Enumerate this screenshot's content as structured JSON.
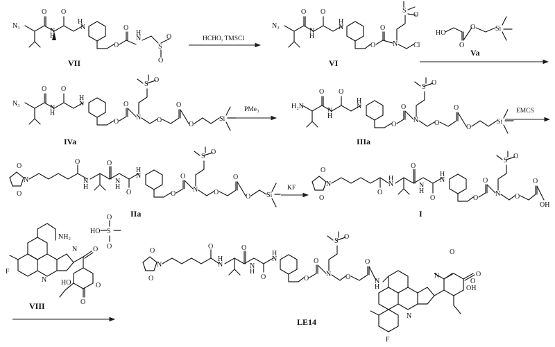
{
  "labels": {
    "vii": "VII",
    "vi": "VI",
    "va": "Va",
    "iva": "IVa",
    "iiia": "IIIa",
    "iia": "IIa",
    "i": "I",
    "viii": "VIII",
    "le14": "LE14"
  },
  "reagents": {
    "step1": "HCHO, TMSCl",
    "step3": "PMe₃",
    "step4": "EMCS",
    "step5": "KF"
  },
  "atoms": {
    "azide": "N₃",
    "amine": "H₂N",
    "nh2": "NH₂",
    "n": "N",
    "h": "H",
    "o": "O",
    "s": "S",
    "si": "Si",
    "cl": "Cl",
    "f": "F",
    "ho": "HO",
    "oh": "OH"
  }
}
